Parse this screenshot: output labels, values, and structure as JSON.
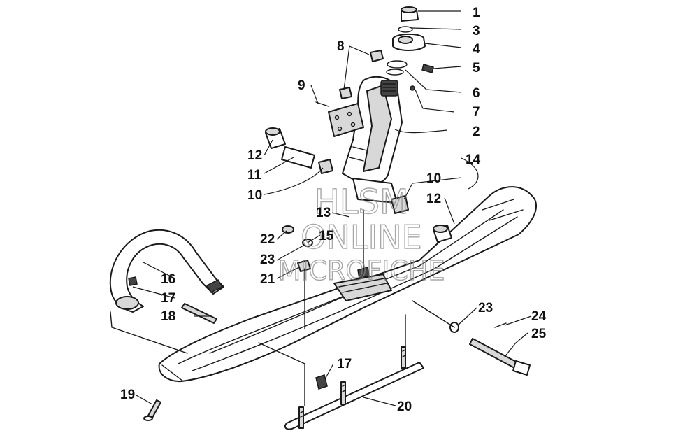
{
  "diagram": {
    "callouts": [
      {
        "id": "c1",
        "text": "1"
      },
      {
        "id": "c3",
        "text": "3"
      },
      {
        "id": "c4",
        "text": "4"
      },
      {
        "id": "c5",
        "text": "5"
      },
      {
        "id": "c6",
        "text": "6"
      },
      {
        "id": "c7",
        "text": "7"
      },
      {
        "id": "c2",
        "text": "2"
      },
      {
        "id": "c8",
        "text": "8"
      },
      {
        "id": "c9",
        "text": "9"
      },
      {
        "id": "c12a",
        "text": "12"
      },
      {
        "id": "c11",
        "text": "11"
      },
      {
        "id": "c10a",
        "text": "10"
      },
      {
        "id": "c14",
        "text": "14"
      },
      {
        "id": "c10b",
        "text": "10"
      },
      {
        "id": "c12b",
        "text": "12"
      },
      {
        "id": "c13",
        "text": "13"
      },
      {
        "id": "c15",
        "text": "15"
      },
      {
        "id": "c22",
        "text": "22"
      },
      {
        "id": "c23a",
        "text": "23"
      },
      {
        "id": "c21",
        "text": "21"
      },
      {
        "id": "c16",
        "text": "16"
      },
      {
        "id": "c17a",
        "text": "17"
      },
      {
        "id": "c18",
        "text": "18"
      },
      {
        "id": "c23b",
        "text": "23"
      },
      {
        "id": "c24",
        "text": "24"
      },
      {
        "id": "c25",
        "text": "25"
      },
      {
        "id": "c17b",
        "text": "17"
      },
      {
        "id": "c19",
        "text": "19"
      },
      {
        "id": "c20",
        "text": "20"
      }
    ]
  },
  "watermark": {
    "line1": "HLSM",
    "line2": "ONLINE",
    "line3": "MICROFICHE"
  }
}
